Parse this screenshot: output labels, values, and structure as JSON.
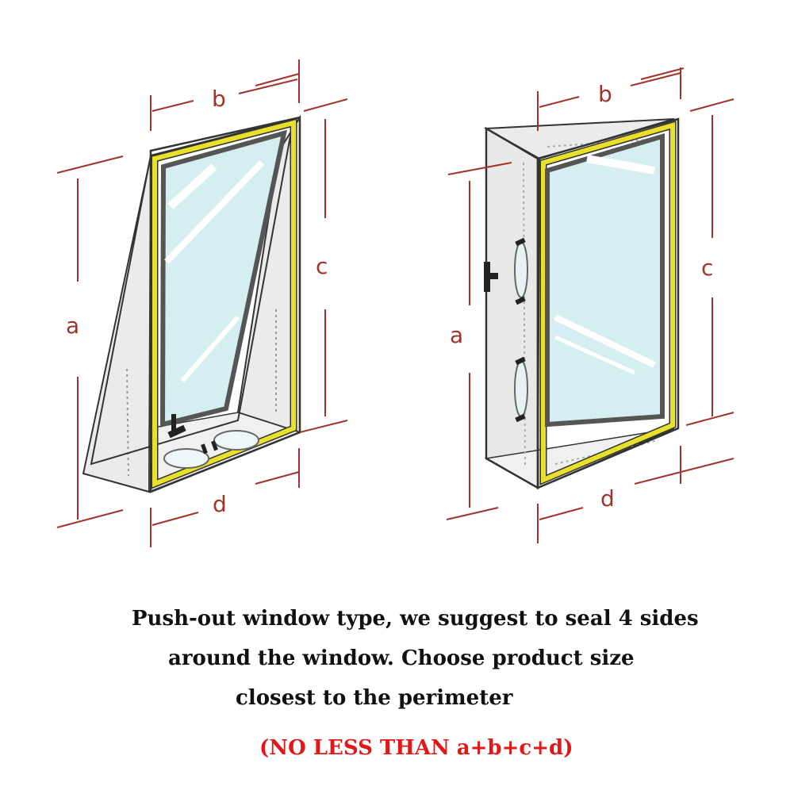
{
  "colors": {
    "dimension_line": "#a0342c",
    "seal_tape": "#e8e02a",
    "glass": "#d4eef2",
    "frame": "#555555",
    "fabric": "#e9e9e9",
    "warning_text": "#e01818"
  },
  "left_window": {
    "labels": {
      "a": "a",
      "b": "b",
      "c": "c",
      "d": "d"
    }
  },
  "right_window": {
    "labels": {
      "a": "a",
      "b": "b",
      "c": "c",
      "d": "d"
    }
  },
  "caption": {
    "line1": "Push-out window type, we suggest to seal 4 sides",
    "line2": "around the window. Choose product size",
    "line3": "closest to the perimeter",
    "warning": "(NO LESS THAN a+b+c+d)"
  }
}
